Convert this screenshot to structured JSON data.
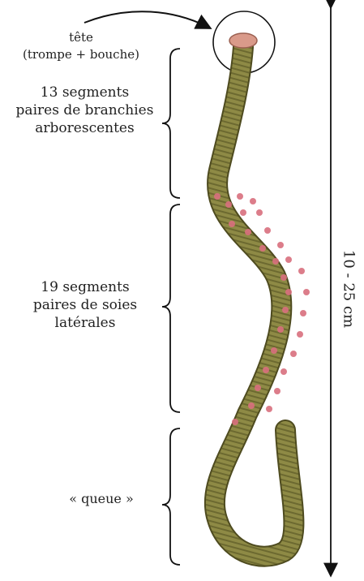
{
  "labels": {
    "head_line1": "tête",
    "head_line2": "(trompe + bouche)",
    "seg1_line1": "13 segments",
    "seg1_line2": "paires de branchies",
    "seg1_line3": "arborescentes",
    "seg2_line1": "19 segments",
    "seg2_line2": "paires de soies",
    "seg2_line3": "latérales",
    "tail": "« queue »",
    "length": "10 - 25 cm"
  },
  "colors": {
    "body": "#8e8a45",
    "body_dark": "#5d5a26",
    "head": "#d99a8a",
    "gills": "#d9707e",
    "ink": "#111111"
  }
}
